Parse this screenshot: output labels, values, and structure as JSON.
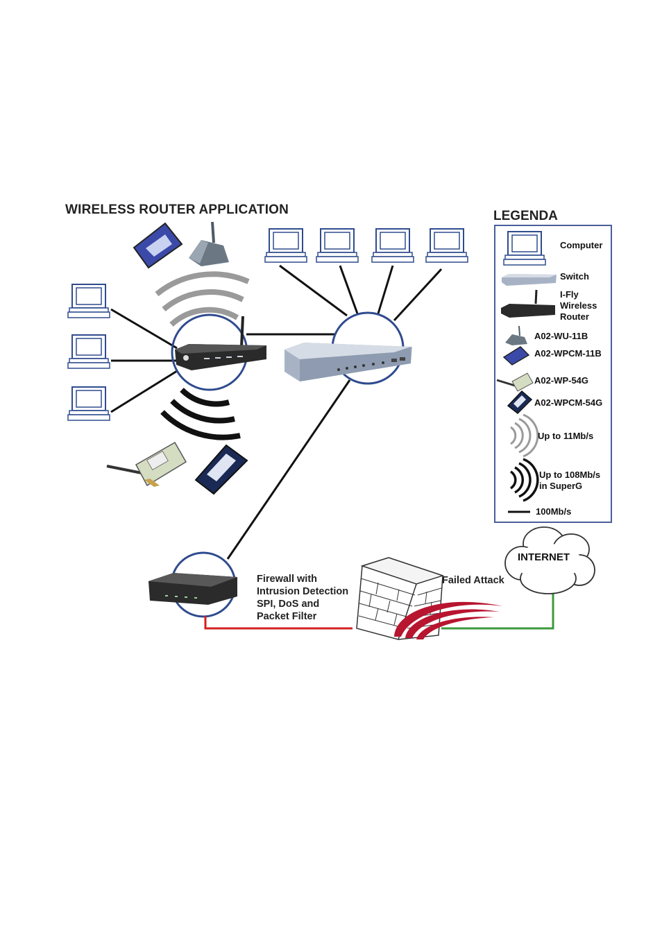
{
  "diagram": {
    "title": "WIRELESS ROUTER APPLICATION",
    "firewall_label": [
      "Firewall with",
      "Intrusion Detection",
      "SPI, DoS and",
      "Packet Filter"
    ],
    "failed_attack": "Failed Attack",
    "internet": "INTERNET"
  },
  "legend": {
    "title": "LEGENDA",
    "computer": "Computer",
    "switch": "Switch",
    "router": [
      "I-Fly",
      "Wireless",
      "Router"
    ],
    "wu11b": "A02-WU-11B",
    "wpcm11b": "A02-WPCM-11B",
    "wp54g": "A02-WP-54G",
    "wpcm54g": "A02-WPCM-54G",
    "speed11": "Up to 11Mb/s",
    "speed108": [
      "Up to 108Mb/s",
      "in SuperG"
    ],
    "lan": "100Mb/s"
  },
  "colors": {
    "outline": "#2f4b8e",
    "link": "#111111",
    "red_link": "#d42020",
    "green_link": "#3c9a3c",
    "attack": "#b81530"
  }
}
